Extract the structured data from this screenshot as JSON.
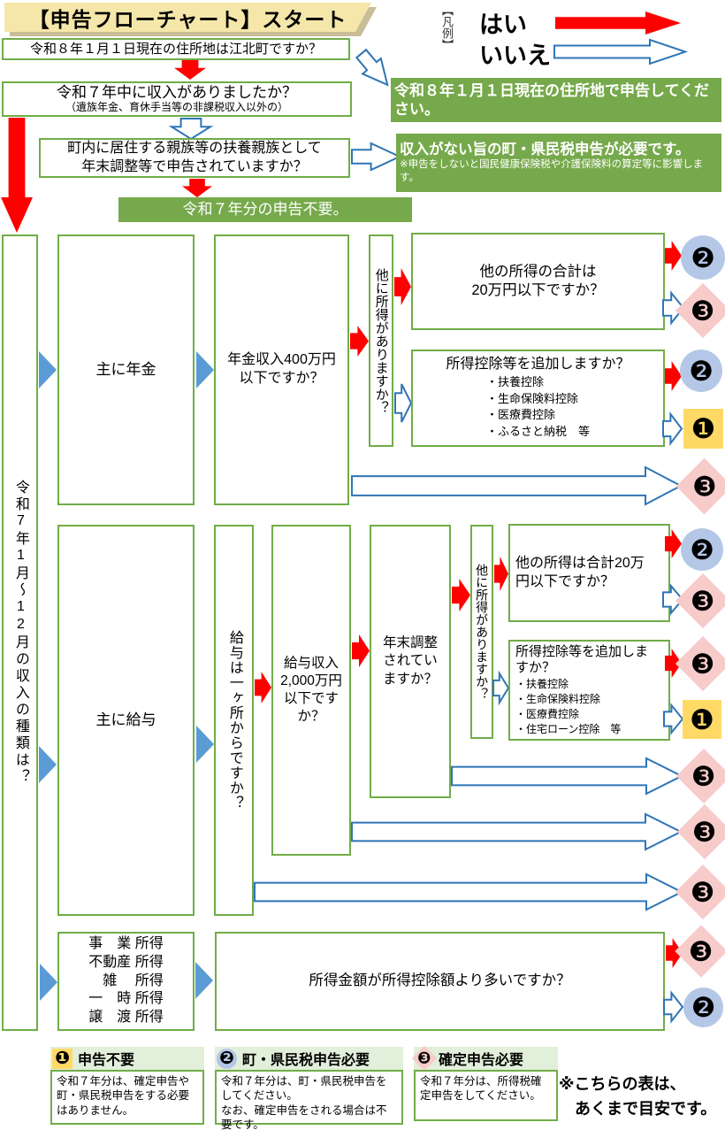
{
  "title": "【申告フローチャート】スタート",
  "legend": {
    "caption": "【凡例】",
    "yes": "はい",
    "no": "いいえ"
  },
  "intro": {
    "q_address": "令和８年１月１日現在の住所地は江北町ですか？",
    "r_address": "令和８年１月１日現在の住所地で申告してください。",
    "q_income": "令和７年中に収入がありましたか？",
    "q_income_note": "（遺族年金、育休手当等の非課税収入以外の）",
    "q_dependent": "町内に居住する親族等の扶養親族として\n年末調整等で申告されていますか？",
    "r_citizen_tax": "収入がない旨の町・県民税申告が必要です。",
    "r_citizen_tax_note": "※申告をしないと国民健康保険税や介護保険料の算定等に影響します。",
    "r_no_filing": "令和７年分の申告不要。"
  },
  "main": {
    "income_type_question": "令和7年1月～12月の収入の種類は？",
    "pension": {
      "label": "主に年金",
      "q_amount": "年金収入400万円\n以下ですか？",
      "q_other_income": "他に所得がありますか？",
      "q_other_total": "他の所得の合計は\n20万円以下ですか？",
      "q_deductions": "所得控除等を追加しますか？",
      "deduction_items": [
        "・扶養控除",
        "・生命保険料控除",
        "・医療費控除",
        "・ふるさと納税　等"
      ]
    },
    "salary": {
      "label": "主に給与",
      "q_single_source": "給与は一ヶ所からですか？",
      "q_amount": "給与収入\n2,000万円\n以下です\nか？",
      "q_year_end": "年末調整\nされてい\nますか？",
      "q_other_income": "他に所得がありますか？",
      "q_other_total": "他の所得は合計20万\n円以下ですか？",
      "q_deductions": "所得控除等を追加しま\nすか？",
      "deduction_items": [
        "・扶養控除",
        "・生命保険料控除",
        "・医療費控除",
        "・住宅ローン控除　等"
      ]
    },
    "business": {
      "income_types": [
        "事　業 所得",
        "不動産 所得",
        "　雑　 所得",
        "一　時 所得",
        "譲　渡 所得"
      ],
      "q_amount": "所得金額が所得控除額より多いですか？"
    }
  },
  "badges": {
    "one": "❶",
    "two": "❷",
    "three": "❸"
  },
  "results": [
    {
      "badge": "❶",
      "title": "申告不要",
      "body": "令和７年分は、確定申告や町・県民税申告をする必要はありません。"
    },
    {
      "badge": "❷",
      "title": "町・県民税申告必要",
      "body": "令和７年分は、町・県民税申告をしてください。\nなお、確定申告をされる場合は不要です。"
    },
    {
      "badge": "❸",
      "title": "確定申告必要",
      "body": "令和７年分は、所得税確定申告をしてください。"
    }
  ],
  "note": "※こちらの表は、\n　あくまで目安です。",
  "colors": {
    "flow_green_border": "#70AD47",
    "flow_green_fill": "#76A94B",
    "yes_red": "#FF0000",
    "no_blue": "#2E75B6",
    "connector_blue": "#5B9BD5",
    "badge_one_bg": "#FFD966",
    "badge_two_bg": "#B4C7E7",
    "badge_three_bg": "#F8CBCB",
    "banner_bg": "#F5E6A9"
  }
}
